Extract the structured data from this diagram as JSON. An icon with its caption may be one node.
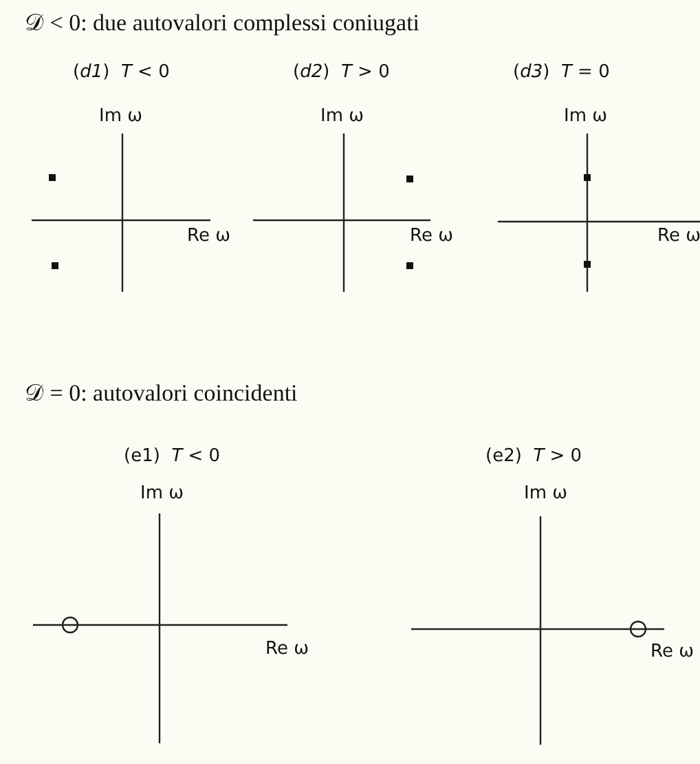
{
  "diagram": {
    "labels": [
      "𝒟 < 0: due autovalori complessi coniugati",
      "(*d1*)  *T* < 0",
      "(*d2*)  *T* > 0",
      "(*d3*)  *T* = 0",
      "Im ω",
      "Im ω",
      "Im ω",
      "Re ω",
      "Re ω",
      "Re ω",
      "𝒟 = 0: autovalori coincidenti",
      "(e1)  *T* < 0",
      "(e2)  *T* > 0",
      "Im ω",
      "Im ω",
      "Re ω",
      "Re ω"
    ]
  }
}
